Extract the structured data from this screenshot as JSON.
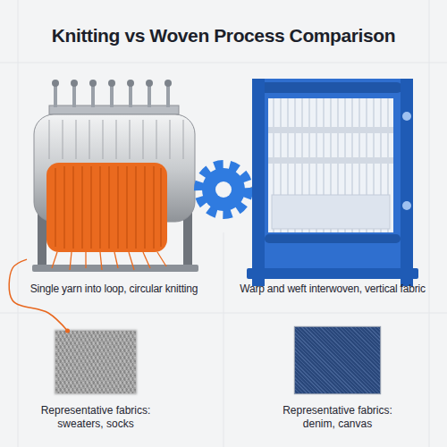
{
  "diagram": {
    "title": "Knitting vs Woven Process Comparison",
    "nodes": [
      {
        "text": [
          "Single yarn into loop, circular knitting"
        ]
      },
      {
        "text": [
          "Warp and weft interwoven, vertical fabric"
        ]
      },
      {
        "text": [
          "Representative fabrics: sweaters, socks"
        ]
      },
      {
        "text": [
          "Representative fabrics: denim, canvas"
        ]
      }
    ],
    "edges": [
      {
        "from": 0,
        "to": 2,
        "arrow": "none"
      }
    ]
  }
}
